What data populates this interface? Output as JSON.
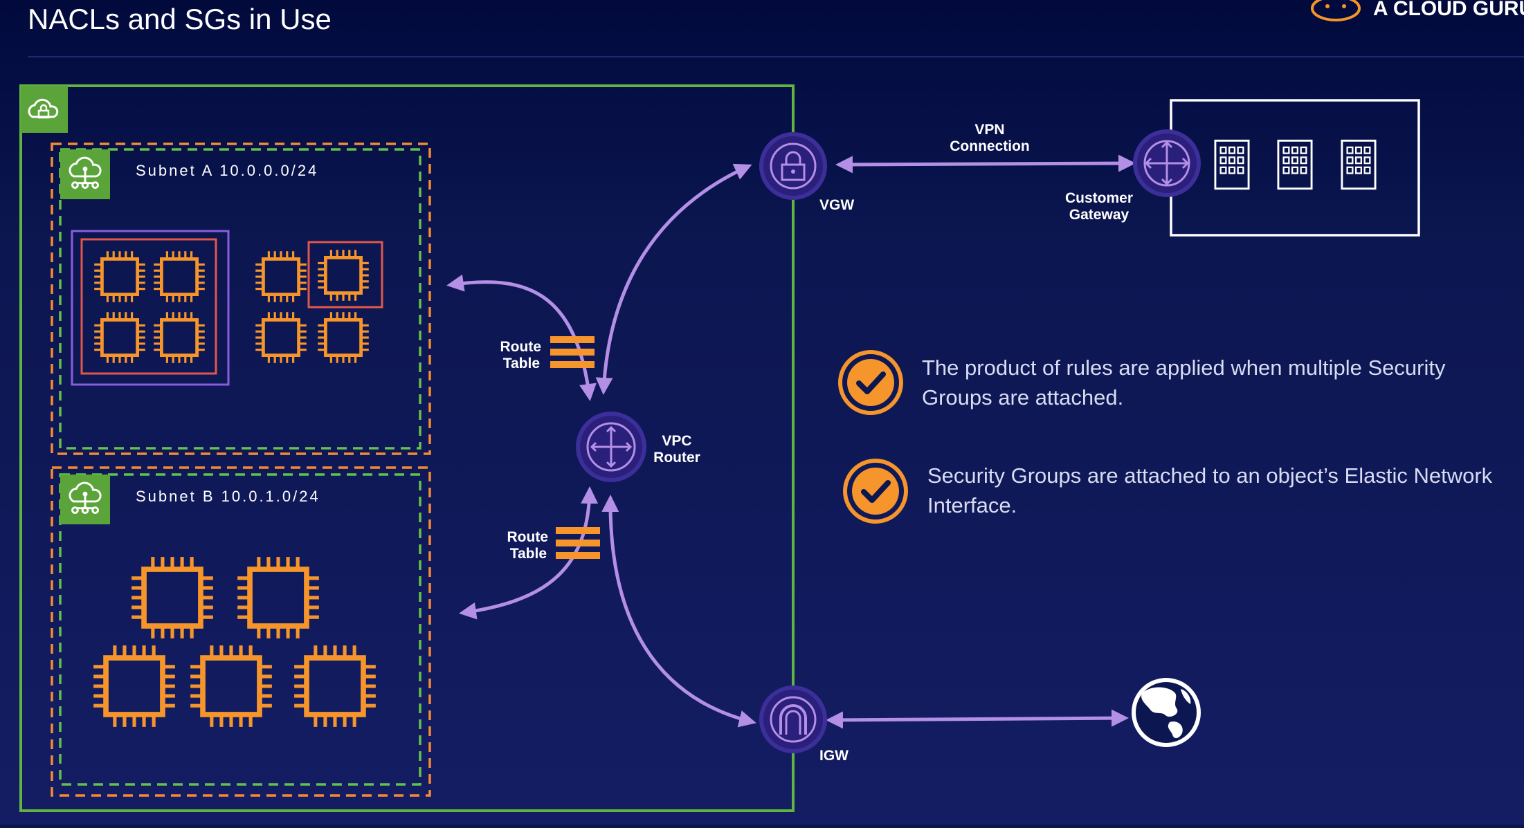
{
  "slide": {
    "title": "NACLs and SGs in Use",
    "brand": "A CLOUD GURU"
  },
  "subnets": [
    {
      "label": "Subnet A 10.0.0.0/24"
    },
    {
      "label": "Subnet B 10.0.1.0/24"
    }
  ],
  "route_tables": [
    {
      "line1": "Route",
      "line2": "Table"
    },
    {
      "line1": "Route",
      "line2": "Table"
    }
  ],
  "router": {
    "line1": "VPC",
    "line2": "Router"
  },
  "vgw": {
    "label": "VGW"
  },
  "igw": {
    "label": "IGW"
  },
  "vpn": {
    "line1": "VPN",
    "line2": "Connection"
  },
  "customer_gateway": {
    "line1": "Customer",
    "line2": "Gateway"
  },
  "bullets": [
    {
      "line1": "The product of rules are applied when multiple Security",
      "line2": "Groups are attached."
    },
    {
      "line1": "Security Groups are attached to an object’s Elastic Network",
      "line2": "Interface."
    }
  ],
  "colors": {
    "background": "#0b1550",
    "vpc_border": "#5fb53f",
    "nacl_border": "#f58a35",
    "subnet_border": "#63c24a",
    "chip": "#f5952b",
    "arrow": "#b38fe6",
    "node_ring": "#7c5fd6",
    "sg_purple": "#8a5de0",
    "sg_red": "#e2574c",
    "text": "#ffffff",
    "bullet_text": "#d9dcf2"
  },
  "icons": [
    "vpc-cloud-lock-icon",
    "subnet-cloud-icon",
    "ec2-instance-icon",
    "route-table-icon",
    "router-icon",
    "vgw-lock-icon",
    "igw-icon",
    "customer-gateway-icon",
    "building-icon",
    "globe-icon",
    "checkmark-icon",
    "brand-logo-icon"
  ]
}
